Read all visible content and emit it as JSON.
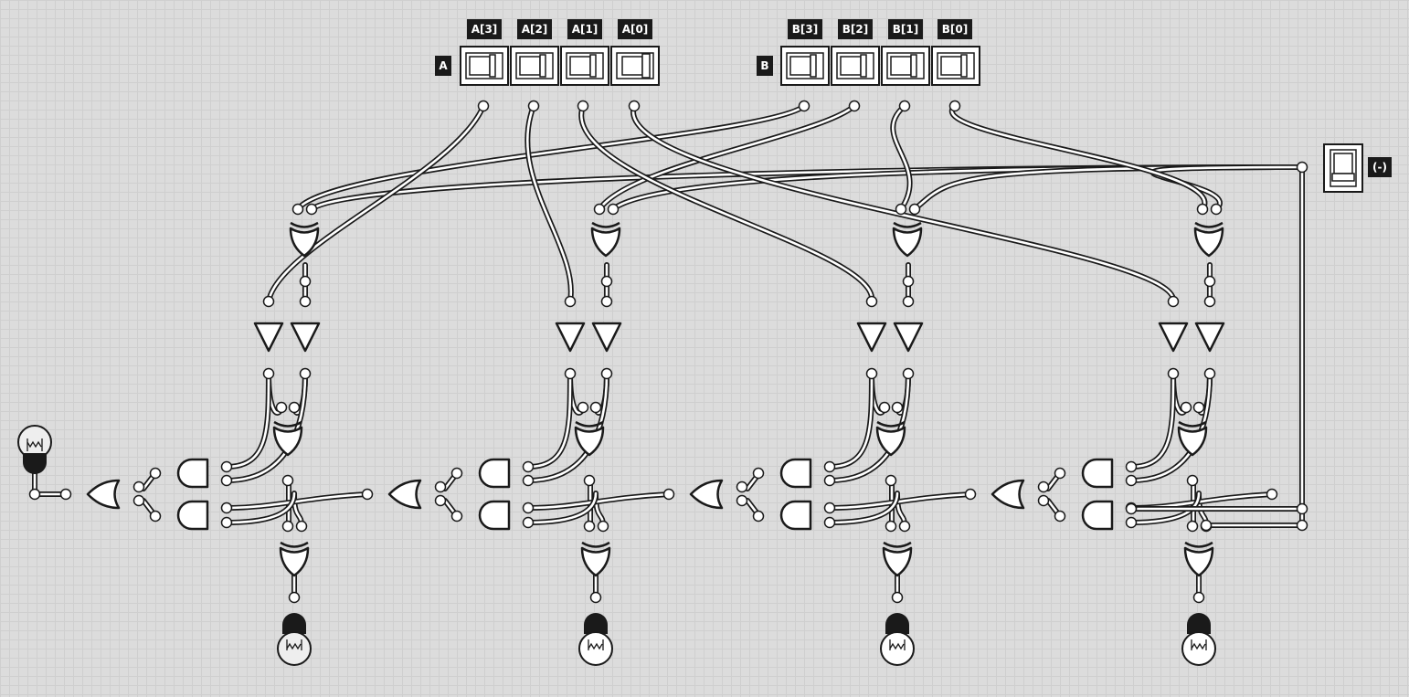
{
  "inputs": {
    "group_a": {
      "label": "A",
      "bits": [
        {
          "label": "A[3]",
          "state": "off"
        },
        {
          "label": "A[2]",
          "state": "off"
        },
        {
          "label": "A[1]",
          "state": "off"
        },
        {
          "label": "A[0]",
          "state": "on"
        }
      ]
    },
    "group_b": {
      "label": "B",
      "bits": [
        {
          "label": "B[3]",
          "state": "off"
        },
        {
          "label": "B[2]",
          "state": "off"
        },
        {
          "label": "B[1]",
          "state": "off"
        },
        {
          "label": "B[0]",
          "state": "off"
        }
      ]
    },
    "subtract": {
      "label": "(-)",
      "state": "off"
    }
  },
  "stages": [
    {
      "bit": 3,
      "output_lamp": "off"
    },
    {
      "bit": 2,
      "output_lamp": "on"
    },
    {
      "bit": 1,
      "output_lamp": "on"
    },
    {
      "bit": 0,
      "output_lamp": "on"
    }
  ],
  "carry_out_lamp": "off",
  "colors": {
    "background": "#dcdcdc",
    "grid": "#cfcfcf",
    "wire_outline": "#1a1a1a",
    "wire_fill": "#ffffff",
    "label_bg": "#1a1a1a",
    "label_text": "#ffffff"
  }
}
